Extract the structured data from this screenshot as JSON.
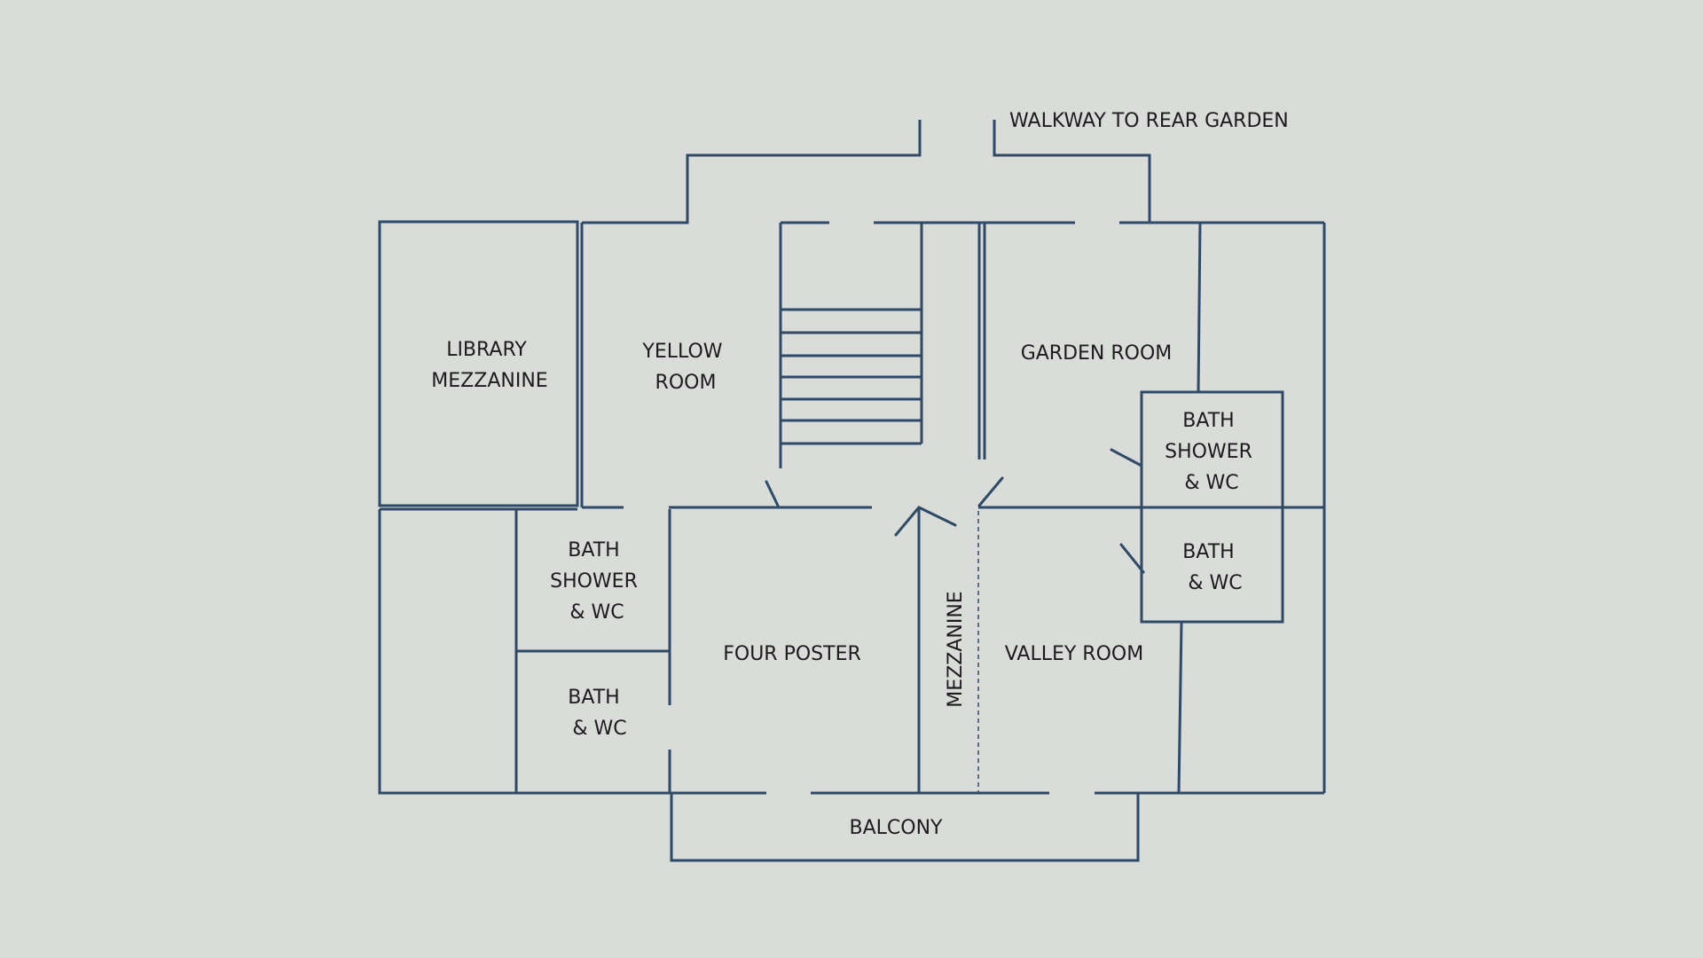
{
  "colors": {
    "background": "#d9dcd8",
    "wall": "#2f4a66",
    "text": "#1c1c1c"
  },
  "labels": {
    "walkway": "WALKWAY TO REAR GARDEN",
    "library": [
      "LIBRARY",
      "MEZZANINE"
    ],
    "yellow_room": [
      "YELLOW",
      "ROOM"
    ],
    "garden_room": "GARDEN ROOM",
    "bath_shower_wc_right": [
      "BATH",
      "SHOWER",
      "& WC"
    ],
    "bath_wc_right": [
      "BATH",
      "& WC"
    ],
    "bath_shower_wc_left": [
      "BATH",
      "SHOWER",
      "& WC"
    ],
    "bath_wc_left": [
      "BATH",
      "& WC"
    ],
    "four_poster": "FOUR POSTER",
    "mezzanine": "MEZZANINE",
    "valley_room": "VALLEY ROOM",
    "balcony": "BALCONY"
  }
}
